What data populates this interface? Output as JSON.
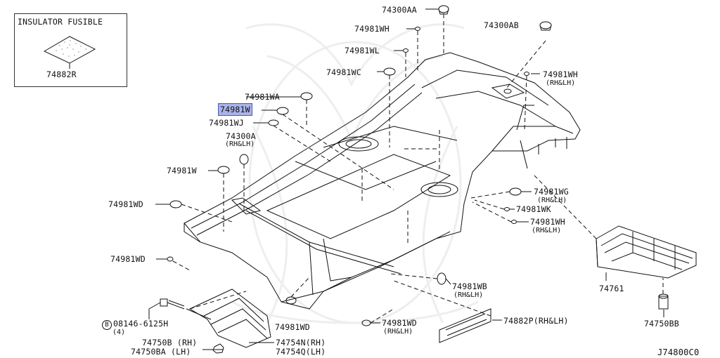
{
  "diagram_code": "J74800C0",
  "inset": {
    "title": "INSULATOR FUSIBLE",
    "part": "74882R"
  },
  "colors": {
    "highlight": "#a9b4e8",
    "line": "#111111",
    "watermark": "#eeeeee"
  },
  "labels": {
    "p74300AA": "74300AA",
    "p74981WH_top": "74981WH",
    "p74300AB": "74300AB",
    "p74981WL": "74981WL",
    "p74981WC": "74981WC",
    "p74981WH_right": "74981WH",
    "p74981WH_right_sub": "(RH&LH)",
    "p74981WA": "74981WA",
    "p74981W_hl": "74981W",
    "p74981WJ": "74981WJ",
    "p74300A": "74300A",
    "p74300A_sub": "(RH&LH)",
    "p74981W": "74981W",
    "p74981WG": "74981WG",
    "p74981WG_sub": "(RH&LH)",
    "p74981WK": "74981WK",
    "p74981WH_lower": "74981WH",
    "p74981WH_lower_sub": "(RH&LH)",
    "p74981WD_left": "74981WD",
    "p74981WD_left2": "74981WD",
    "p74981WB": "74981WB",
    "p74981WB_sub": "(RH&LH)",
    "p74761": "74761",
    "bolt_letter": "B",
    "bolt": "08146-6125H",
    "bolt_qty": "(4)",
    "p74981WD_bottom": "74981WD",
    "p74981WD_bottom2": "74981WD",
    "p74981WD_bottom2_sub": "(RH&LH)",
    "p74882P": "74882P(RH&LH)",
    "p74750BB": "74750BB",
    "p74750B": "74750B  (RH)",
    "p74750BA": "74750BA (LH)",
    "p74754N": "74754N(RH)",
    "p74754Q": "74754Q(LH)"
  }
}
